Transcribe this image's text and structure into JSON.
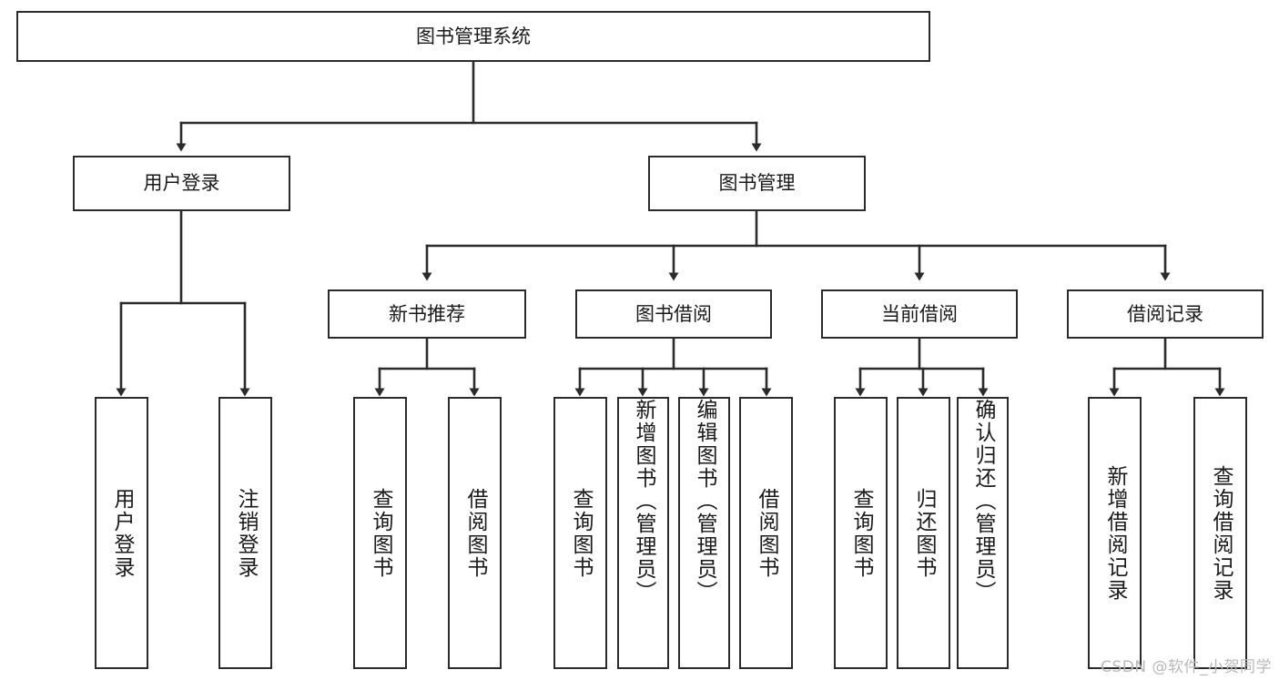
{
  "diagram": {
    "title": "图书管理系统",
    "type": "hierarchy-tree",
    "watermark": "CSDN @软件_小贺同学",
    "colors": {
      "box_stroke": "#2b2b2b",
      "box_fill": "#ffffff",
      "edge": "#2b2b2b",
      "text": "#1a1a1a",
      "watermark": "#b9b9b9"
    },
    "nodes": {
      "root": {
        "label": "图书管理系统",
        "level": 1,
        "orientation": "horizontal"
      },
      "l2_user_login": {
        "label": "用户登录",
        "level": 2,
        "orientation": "horizontal"
      },
      "l2_book_manage": {
        "label": "图书管理",
        "level": 2,
        "orientation": "horizontal"
      },
      "l3_new_book_rec": {
        "label": "新书推荐",
        "level": 3,
        "orientation": "horizontal"
      },
      "l3_book_borrow": {
        "label": "图书借阅",
        "level": 3,
        "orientation": "horizontal"
      },
      "l3_current_borrow": {
        "label": "当前借阅",
        "level": 3,
        "orientation": "horizontal"
      },
      "l3_borrow_record": {
        "label": "借阅记录",
        "level": 3,
        "orientation": "horizontal"
      },
      "leaf_user_login": {
        "label": "用户登录",
        "level": 4,
        "orientation": "vertical"
      },
      "leaf_user_logout": {
        "label": "注销登录",
        "level": 4,
        "orientation": "vertical"
      },
      "leaf_rec_query": {
        "label": "查询图书",
        "level": 4,
        "orientation": "vertical"
      },
      "leaf_rec_borrow": {
        "label": "借阅图书",
        "level": 4,
        "orientation": "vertical"
      },
      "leaf_borrow_query": {
        "label": "查询图书",
        "level": 4,
        "orientation": "vertical"
      },
      "leaf_borrow_add": {
        "label": "新增图书（管理员）",
        "level": 4,
        "orientation": "vertical"
      },
      "leaf_borrow_edit": {
        "label": "编辑图书（管理员）",
        "level": 4,
        "orientation": "vertical"
      },
      "leaf_borrow_do": {
        "label": "借阅图书",
        "level": 4,
        "orientation": "vertical"
      },
      "leaf_cur_query": {
        "label": "查询图书",
        "level": 4,
        "orientation": "vertical"
      },
      "leaf_cur_return": {
        "label": "归还图书",
        "level": 4,
        "orientation": "vertical"
      },
      "leaf_cur_confirm": {
        "label": "确认归还（管理员）",
        "level": 4,
        "orientation": "vertical"
      },
      "leaf_rec_add": {
        "label": "新增借阅记录",
        "level": 4,
        "orientation": "vertical"
      },
      "leaf_rec_search": {
        "label": "查询借阅记录",
        "level": 4,
        "orientation": "vertical"
      }
    },
    "edges": [
      {
        "from": "root",
        "to": "l2_user_login"
      },
      {
        "from": "root",
        "to": "l2_book_manage"
      },
      {
        "from": "l2_book_manage",
        "to": "l3_new_book_rec"
      },
      {
        "from": "l2_book_manage",
        "to": "l3_book_borrow"
      },
      {
        "from": "l2_book_manage",
        "to": "l3_current_borrow"
      },
      {
        "from": "l2_book_manage",
        "to": "l3_borrow_record"
      },
      {
        "from": "l2_user_login",
        "to": "leaf_user_login"
      },
      {
        "from": "l2_user_login",
        "to": "leaf_user_logout"
      },
      {
        "from": "l3_new_book_rec",
        "to": "leaf_rec_query"
      },
      {
        "from": "l3_new_book_rec",
        "to": "leaf_rec_borrow"
      },
      {
        "from": "l3_book_borrow",
        "to": "leaf_borrow_query"
      },
      {
        "from": "l3_book_borrow",
        "to": "leaf_borrow_add"
      },
      {
        "from": "l3_book_borrow",
        "to": "leaf_borrow_edit"
      },
      {
        "from": "l3_book_borrow",
        "to": "leaf_borrow_do"
      },
      {
        "from": "l3_current_borrow",
        "to": "leaf_cur_query"
      },
      {
        "from": "l3_current_borrow",
        "to": "leaf_cur_return"
      },
      {
        "from": "l3_current_borrow",
        "to": "leaf_cur_confirm"
      },
      {
        "from": "l3_borrow_record",
        "to": "leaf_rec_add"
      },
      {
        "from": "l3_borrow_record",
        "to": "leaf_rec_search"
      }
    ]
  }
}
